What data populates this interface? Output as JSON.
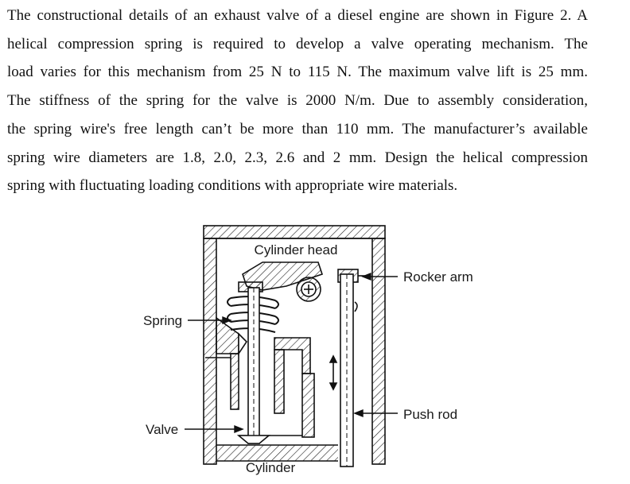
{
  "problem": {
    "lines": [
      "The constructional details of an exhaust valve of a diesel engine are shown in Figure 2.  A",
      "helical compression spring is required to develop a valve operating mechanism. The",
      "load varies for this mechanism from 25 N to 115 N.   The maximum valve lift is 25 mm.",
      "The stiffness of the spring for the valve is 2000 N/m. Due to assembly consideration,",
      "the spring wire's free length can’t be more than 110 mm. The manufacturer’s available",
      "spring wire diameters are 1.8, 2.0, 2.3, 2.6 and 2 mm. Design the helical compression",
      "spring with fluctuating loading conditions with appropriate wire materials."
    ]
  },
  "figure": {
    "labels": {
      "cylinder_head": "Cylinder head",
      "rocker_arm": "Rocker arm",
      "spring": "Spring",
      "valve": "Valve",
      "push_rod": "Push rod",
      "cylinder": "Cylinder"
    }
  }
}
